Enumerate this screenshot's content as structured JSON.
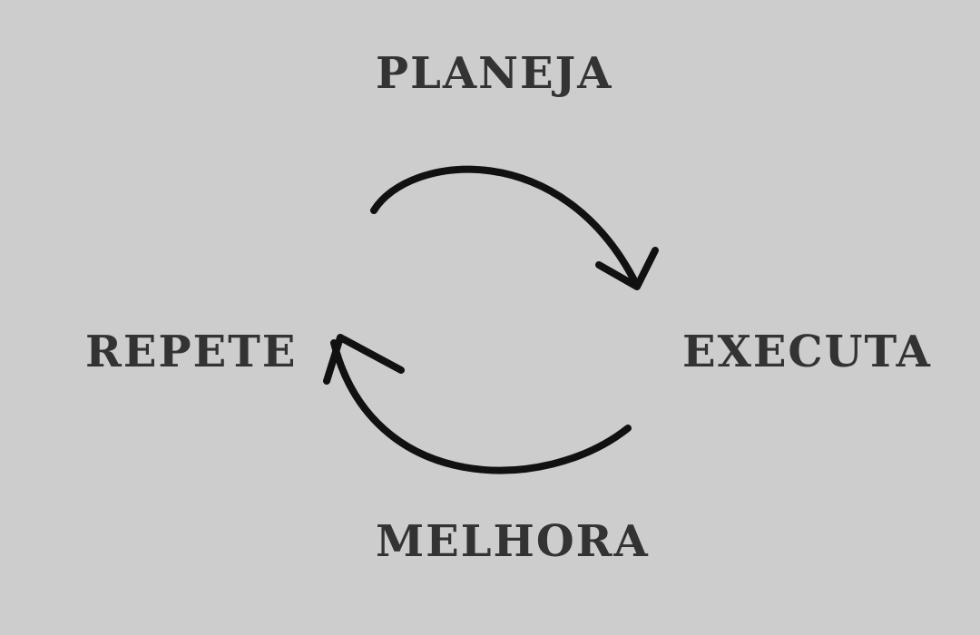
{
  "cycle": {
    "steps": [
      "PLANEJA",
      "EXECUTA",
      "MELHORA",
      "REPETE"
    ]
  },
  "colors": {
    "background": "#cdcdcd",
    "text": "#333333",
    "arrow": "#111111"
  }
}
